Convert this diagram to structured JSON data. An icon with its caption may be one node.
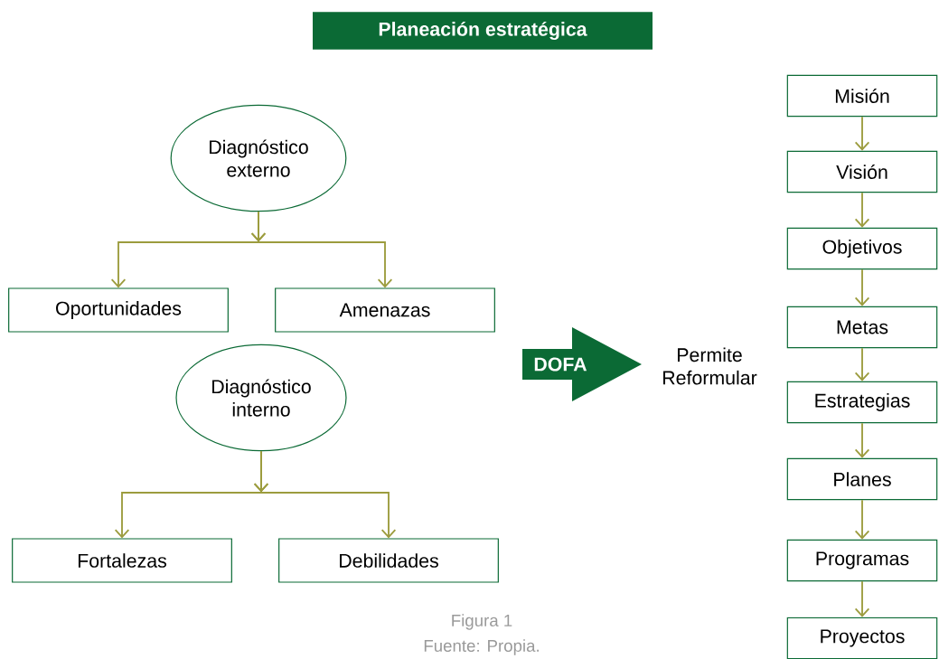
{
  "diagram": {
    "title": "Planeación estratégica",
    "nodes": [
      {
        "text": [
          "Diagnóstico externo"
        ]
      },
      {
        "text": [
          "Oportunidades"
        ]
      },
      {
        "text": [
          "Amenazas"
        ]
      },
      {
        "text": [
          "Diagnóstico interno"
        ]
      },
      {
        "text": [
          "Fortalezas"
        ]
      },
      {
        "text": [
          "Debilidades"
        ]
      },
      {
        "text": [
          "DOFA"
        ]
      },
      {
        "text": [
          "Permite Reformular"
        ]
      },
      {
        "text": [
          "Misión"
        ]
      },
      {
        "text": [
          "Visión"
        ]
      },
      {
        "text": [
          "Objetivos"
        ]
      },
      {
        "text": [
          "Metas"
        ]
      },
      {
        "text": [
          "Estrategias"
        ]
      },
      {
        "text": [
          "Planes"
        ]
      },
      {
        "text": [
          "Programas"
        ]
      },
      {
        "text": [
          "Proyectos"
        ]
      }
    ],
    "edges": [
      {
        "from": 0,
        "to": 1,
        "arrow": "to"
      },
      {
        "from": 0,
        "to": 2,
        "arrow": "to"
      },
      {
        "from": 3,
        "to": 4,
        "arrow": "to"
      },
      {
        "from": 3,
        "to": 5,
        "arrow": "to"
      },
      {
        "from": 8,
        "to": 9,
        "arrow": "to"
      },
      {
        "from": 9,
        "to": 10,
        "arrow": "to"
      },
      {
        "from": 10,
        "to": 11,
        "arrow": "to"
      },
      {
        "from": 11,
        "to": 12,
        "arrow": "to"
      },
      {
        "from": 12,
        "to": 13,
        "arrow": "to"
      },
      {
        "from": 13,
        "to": 14,
        "arrow": "to"
      },
      {
        "from": 14,
        "to": 15,
        "arrow": "to"
      }
    ],
    "caption": "Figura 1",
    "labels": [
      "Fuente: Propia."
    ]
  }
}
